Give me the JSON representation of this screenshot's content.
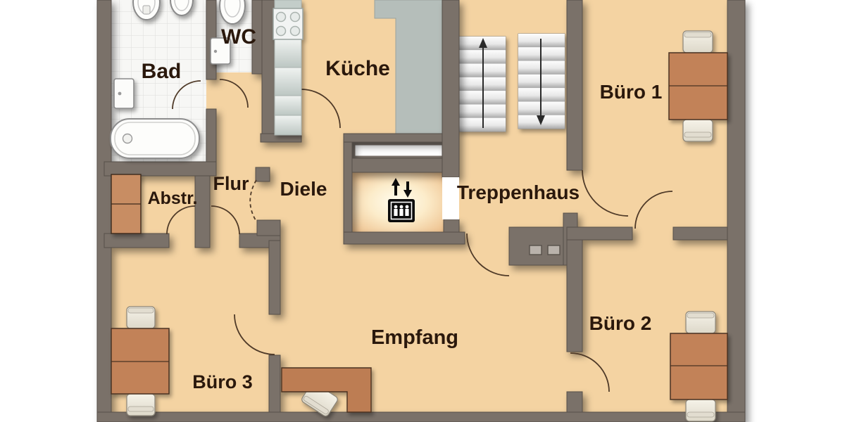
{
  "rooms": {
    "bad": {
      "label": "Bad"
    },
    "wc": {
      "label": "WC"
    },
    "kueche": {
      "label": "Küche"
    },
    "buero1": {
      "label": "Büro 1"
    },
    "flur": {
      "label": "Flur"
    },
    "diele": {
      "label": "Diele"
    },
    "abstellraum": {
      "label": "Abstr."
    },
    "treppenhaus": {
      "label": "Treppenhaus"
    },
    "empfang": {
      "label": "Empfang"
    },
    "buero2": {
      "label": "Büro 2"
    },
    "buero3": {
      "label": "Büro 3"
    }
  },
  "icons": {
    "elevator": "elevator-passengers-icon",
    "stairs_up": "arrow-up-icon",
    "stairs_down": "arrow-down-icon"
  },
  "furniture": {
    "bad": [
      "sink",
      "sink",
      "wall-cabinet",
      "bathtub"
    ],
    "wc": [
      "toilet",
      "hand-sink"
    ],
    "kueche": [
      "stove",
      "kitchen-counter"
    ],
    "abstellraum": [
      "shelf"
    ],
    "buero1": [
      "desk",
      "chair",
      "chair"
    ],
    "buero2": [
      "desk",
      "chair",
      "chair"
    ],
    "buero3": [
      "desk",
      "chair",
      "chair"
    ],
    "empfang": [
      "reception-counter",
      "chair"
    ]
  },
  "colors": {
    "wall": "#7a7169",
    "floor": "#f4d3a2",
    "tile": "#f7f7f5",
    "furniture_wood": "#c28259",
    "counter_wood": "#bd7d53",
    "kitchen_unit": "#c3cdc9",
    "gray_slab": "#b5beba",
    "label_text": "#2a180c",
    "background": "#ffffff"
  }
}
